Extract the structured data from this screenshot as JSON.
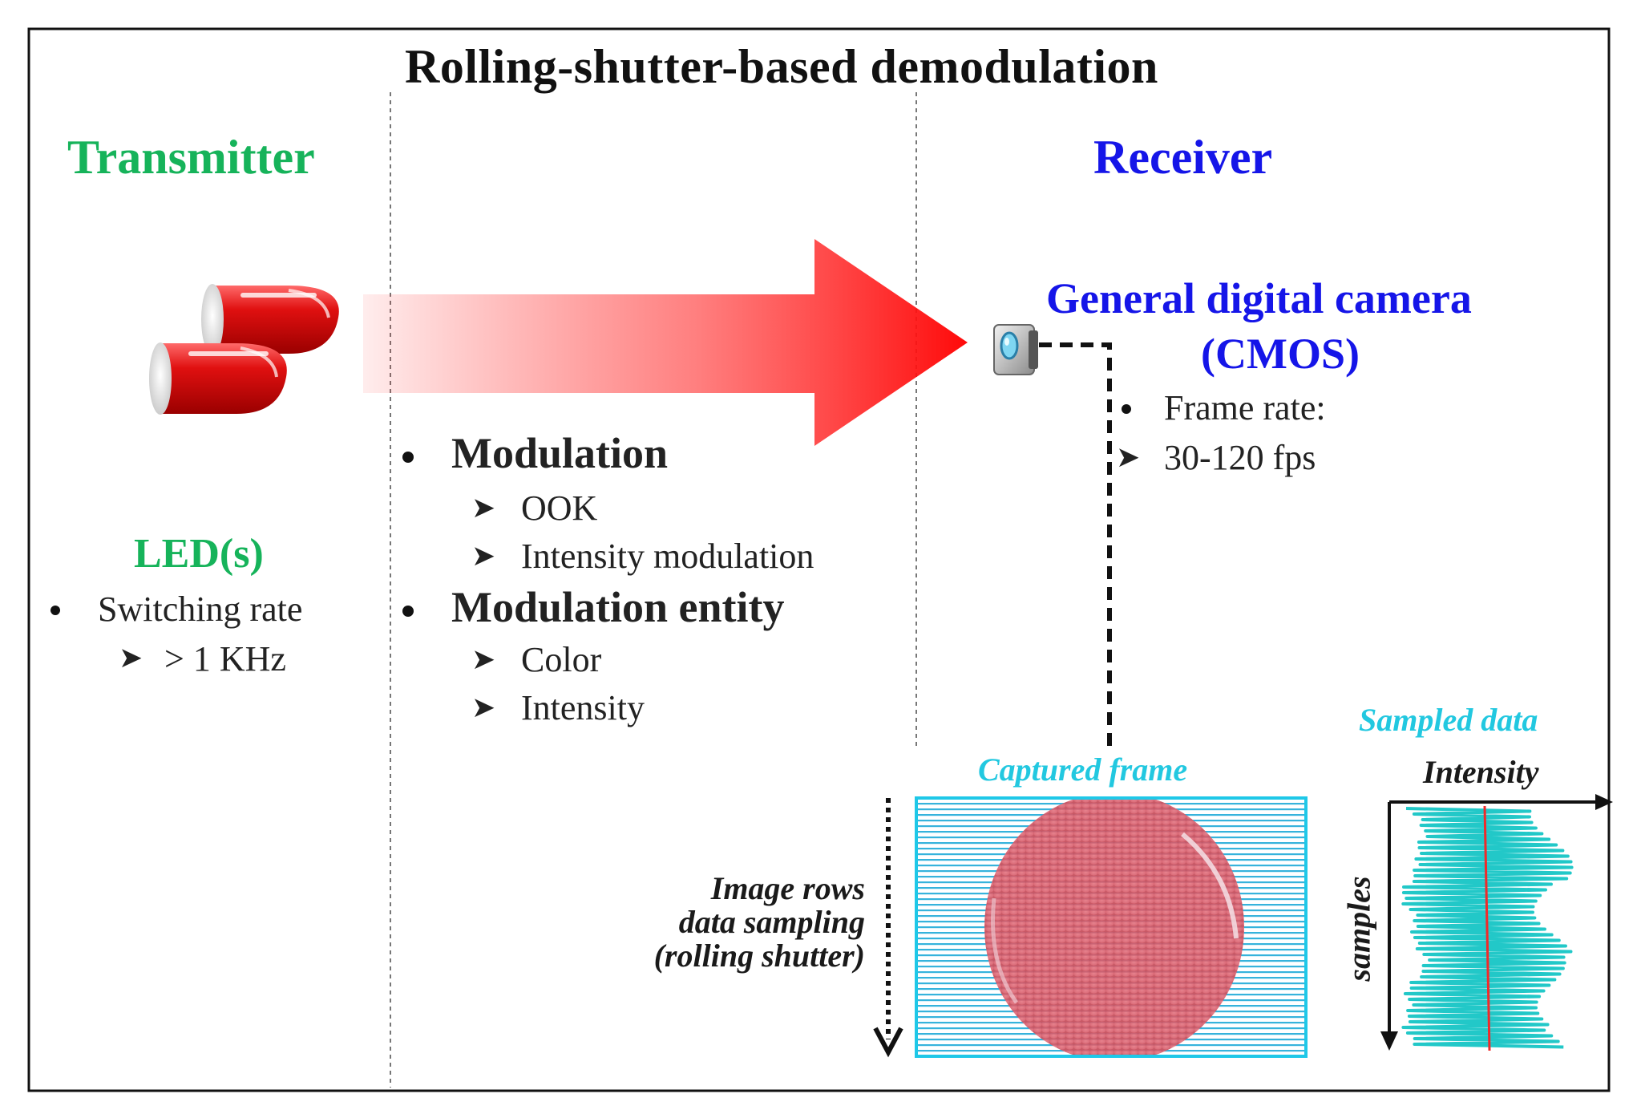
{
  "title": "Rolling-shutter-based demodulation",
  "transmitter": {
    "heading": "Transmitter",
    "led_title": "LED(s)",
    "switching_label": "Switching rate",
    "switching_value": "> 1 KHz"
  },
  "channel": {
    "modulation_label": "Modulation",
    "modulation_items": [
      "OOK",
      "Intensity modulation"
    ],
    "entity_label": "Modulation entity",
    "entity_items": [
      "Color",
      "Intensity"
    ]
  },
  "receiver": {
    "heading": "Receiver",
    "camera_line1": "General digital camera",
    "camera_line2": "(CMOS)",
    "frame_rate_label": "Frame rate:",
    "frame_rate_value": "30-120 fps"
  },
  "captured": {
    "caption": "Captured frame",
    "rows_line1": "Image rows",
    "rows_line2": "data sampling",
    "rows_line3": "(rolling shutter)"
  },
  "sampled": {
    "caption": "Sampled data",
    "x_axis": "Intensity",
    "y_axis": "samples"
  },
  "colors": {
    "transmitter_green": "#16b35a",
    "receiver_blue": "#1515e8",
    "caption_cyan": "#22c8e0",
    "arrow_red": "#ff1a1a",
    "led_red": "#e01010",
    "frame_pink": "#e27a86"
  }
}
